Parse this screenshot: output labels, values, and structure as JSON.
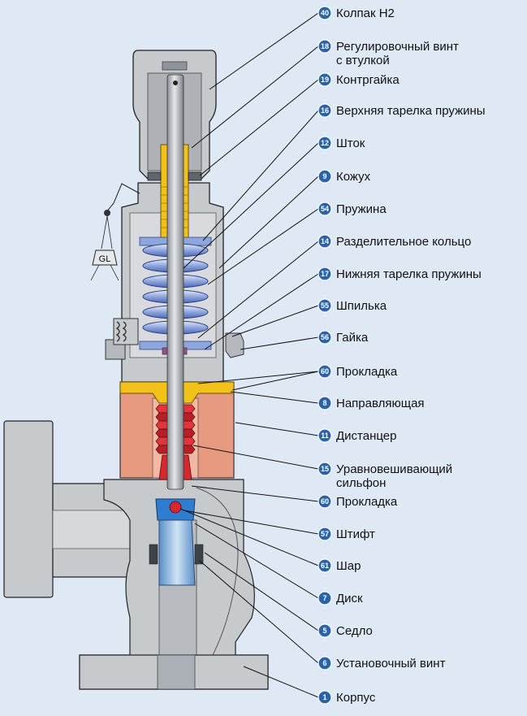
{
  "callouts": [
    {
      "num": "40",
      "lines": [
        "Колпак H2"
      ]
    },
    {
      "num": "18",
      "lines": [
        "Регулировочный винт",
        "с втулкой"
      ]
    },
    {
      "num": "19",
      "lines": [
        "Контргайка"
      ]
    },
    {
      "num": "16",
      "lines": [
        "Верхняя тарелка пружины"
      ]
    },
    {
      "num": "12",
      "lines": [
        "Шток"
      ]
    },
    {
      "num": "9",
      "lines": [
        "Кожух"
      ]
    },
    {
      "num": "54",
      "lines": [
        "Пружина"
      ]
    },
    {
      "num": "14",
      "lines": [
        "Разделительное кольцо"
      ]
    },
    {
      "num": "17",
      "lines": [
        "Нижняя тарелка пружины"
      ]
    },
    {
      "num": "55",
      "lines": [
        "Шпилька"
      ]
    },
    {
      "num": "56",
      "lines": [
        "Гайка"
      ]
    },
    {
      "num": "60",
      "lines": [
        "Прокладка"
      ]
    },
    {
      "num": "8",
      "lines": [
        "Направляющая"
      ]
    },
    {
      "num": "11",
      "lines": [
        "Дистанцер"
      ]
    },
    {
      "num": "15",
      "lines": [
        "Уравновешивающий",
        "сильфон"
      ]
    },
    {
      "num": "60",
      "lines": [
        "Прокладка"
      ]
    },
    {
      "num": "57",
      "lines": [
        "Штифт"
      ]
    },
    {
      "num": "61",
      "lines": [
        "Шар"
      ]
    },
    {
      "num": "7",
      "lines": [
        "Диск"
      ]
    },
    {
      "num": "5",
      "lines": [
        "Седло"
      ]
    },
    {
      "num": "6",
      "lines": [
        "Установочный винт"
      ]
    },
    {
      "num": "1",
      "lines": [
        "Корпус"
      ]
    }
  ],
  "tag_label": "GL",
  "colors": {
    "background": "#dfe9f6",
    "metal": "#c7cacd",
    "metal_dark": "#a8acb0",
    "spacer": "#e89a80",
    "guide": "#f2c21a",
    "spring": "#b9c7ea",
    "bellows": "#d8282f",
    "disc": "#7fb0de",
    "badge": "#2a63ad"
  }
}
